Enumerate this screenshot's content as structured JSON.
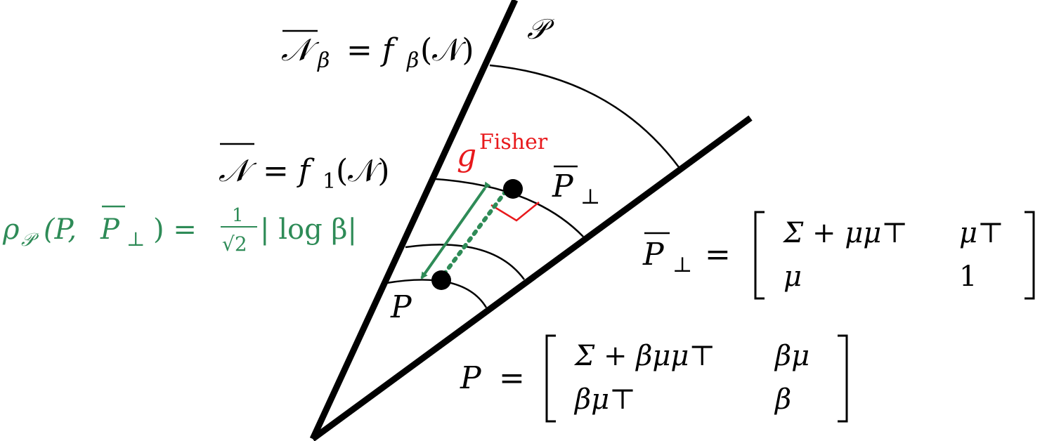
{
  "colors": {
    "ink": "#000000",
    "fisher": "#e8191c",
    "distance": "#2e8b57"
  },
  "labels": {
    "manifold_P": "𝒫",
    "nbeta_lhs": "𝒩",
    "nbeta_sub": "β",
    "nbeta_rhs": "= f",
    "nbeta_rhs_sub": "β",
    "nbeta_arg": "(𝒩)",
    "n_lhs": "𝒩",
    "n_rhs": "= f",
    "n_rhs_sub": "1",
    "n_arg": "(𝒩)",
    "fisher_g": "g",
    "fisher_sup": "Fisher",
    "pbar_label": "P",
    "pbar_sub": "⊥",
    "p_label": "P",
    "rho": "ρ",
    "rho_sub": "𝒫",
    "rho_args_open": "(P, ",
    "rho_args_pbar": "P",
    "rho_args_sub": "⊥",
    "rho_args_close": ") =",
    "rho_frac_num": "1",
    "rho_frac_den": "√2",
    "rho_tail": "| log β|"
  },
  "matrix_pbar": {
    "lhs": "P",
    "lhs_sub": "⊥",
    "eq": "=",
    "cells": [
      "Σ + μμ⊤",
      "μ⊤",
      "μ",
      "1"
    ]
  },
  "matrix_p": {
    "lhs": "P",
    "eq": "=",
    "cells": [
      "Σ + βμμ⊤",
      "βμ",
      "βμ⊤",
      "β"
    ]
  }
}
